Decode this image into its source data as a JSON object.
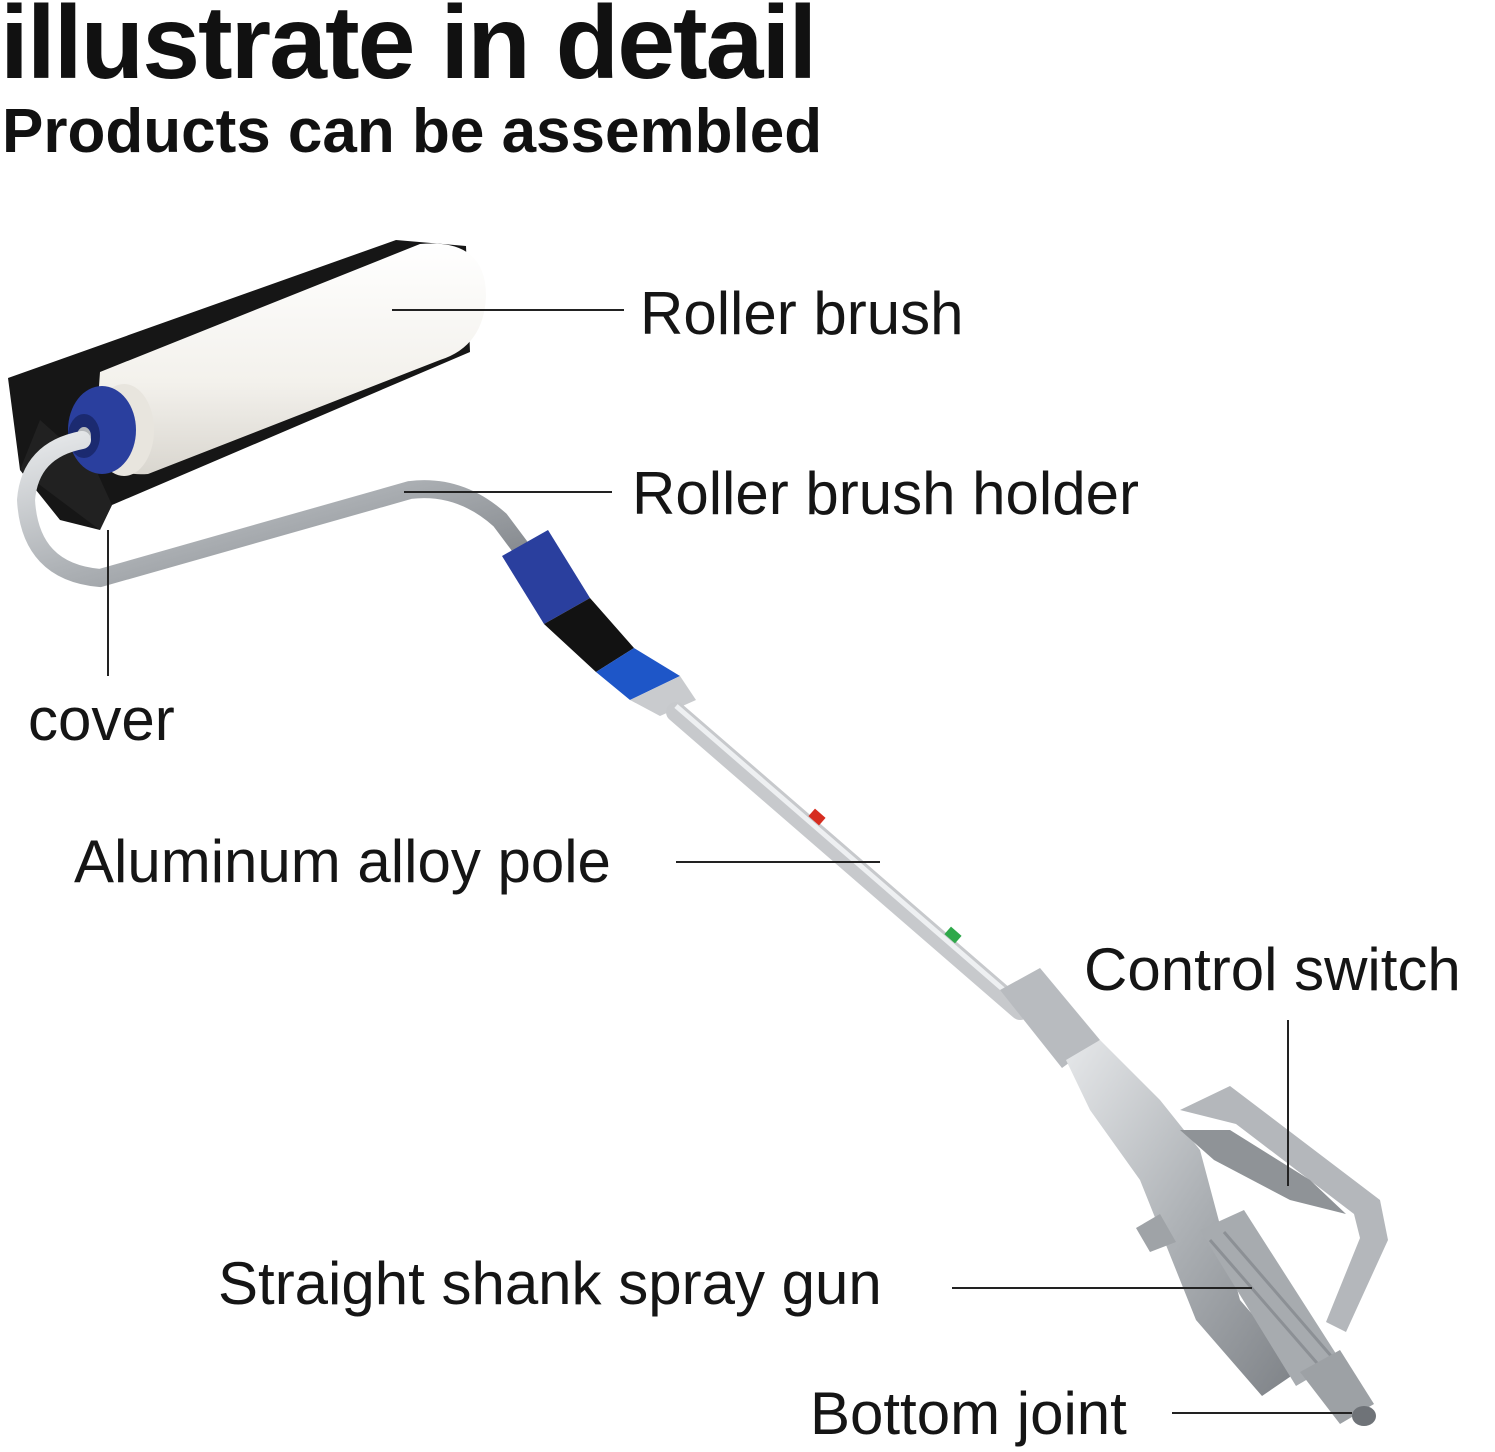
{
  "header": {
    "title": "illustrate in detail",
    "subtitle": "Products can be assembled"
  },
  "labels": {
    "roller_brush": "Roller brush",
    "roller_brush_holder": "Roller brush holder",
    "cover": "cover",
    "aluminum_alloy_pole": "Aluminum alloy pole",
    "control_switch": "Control switch",
    "straight_shank_spray_gun": "Straight shank spray gun",
    "bottom_joint": "Bottom joint"
  },
  "colors": {
    "connector_blue": "#2a3f9e",
    "bright_blue": "#1e56c8",
    "roller_white": "#f4f2ee",
    "cover_black": "#141414",
    "metal": "#b5b8bc"
  }
}
